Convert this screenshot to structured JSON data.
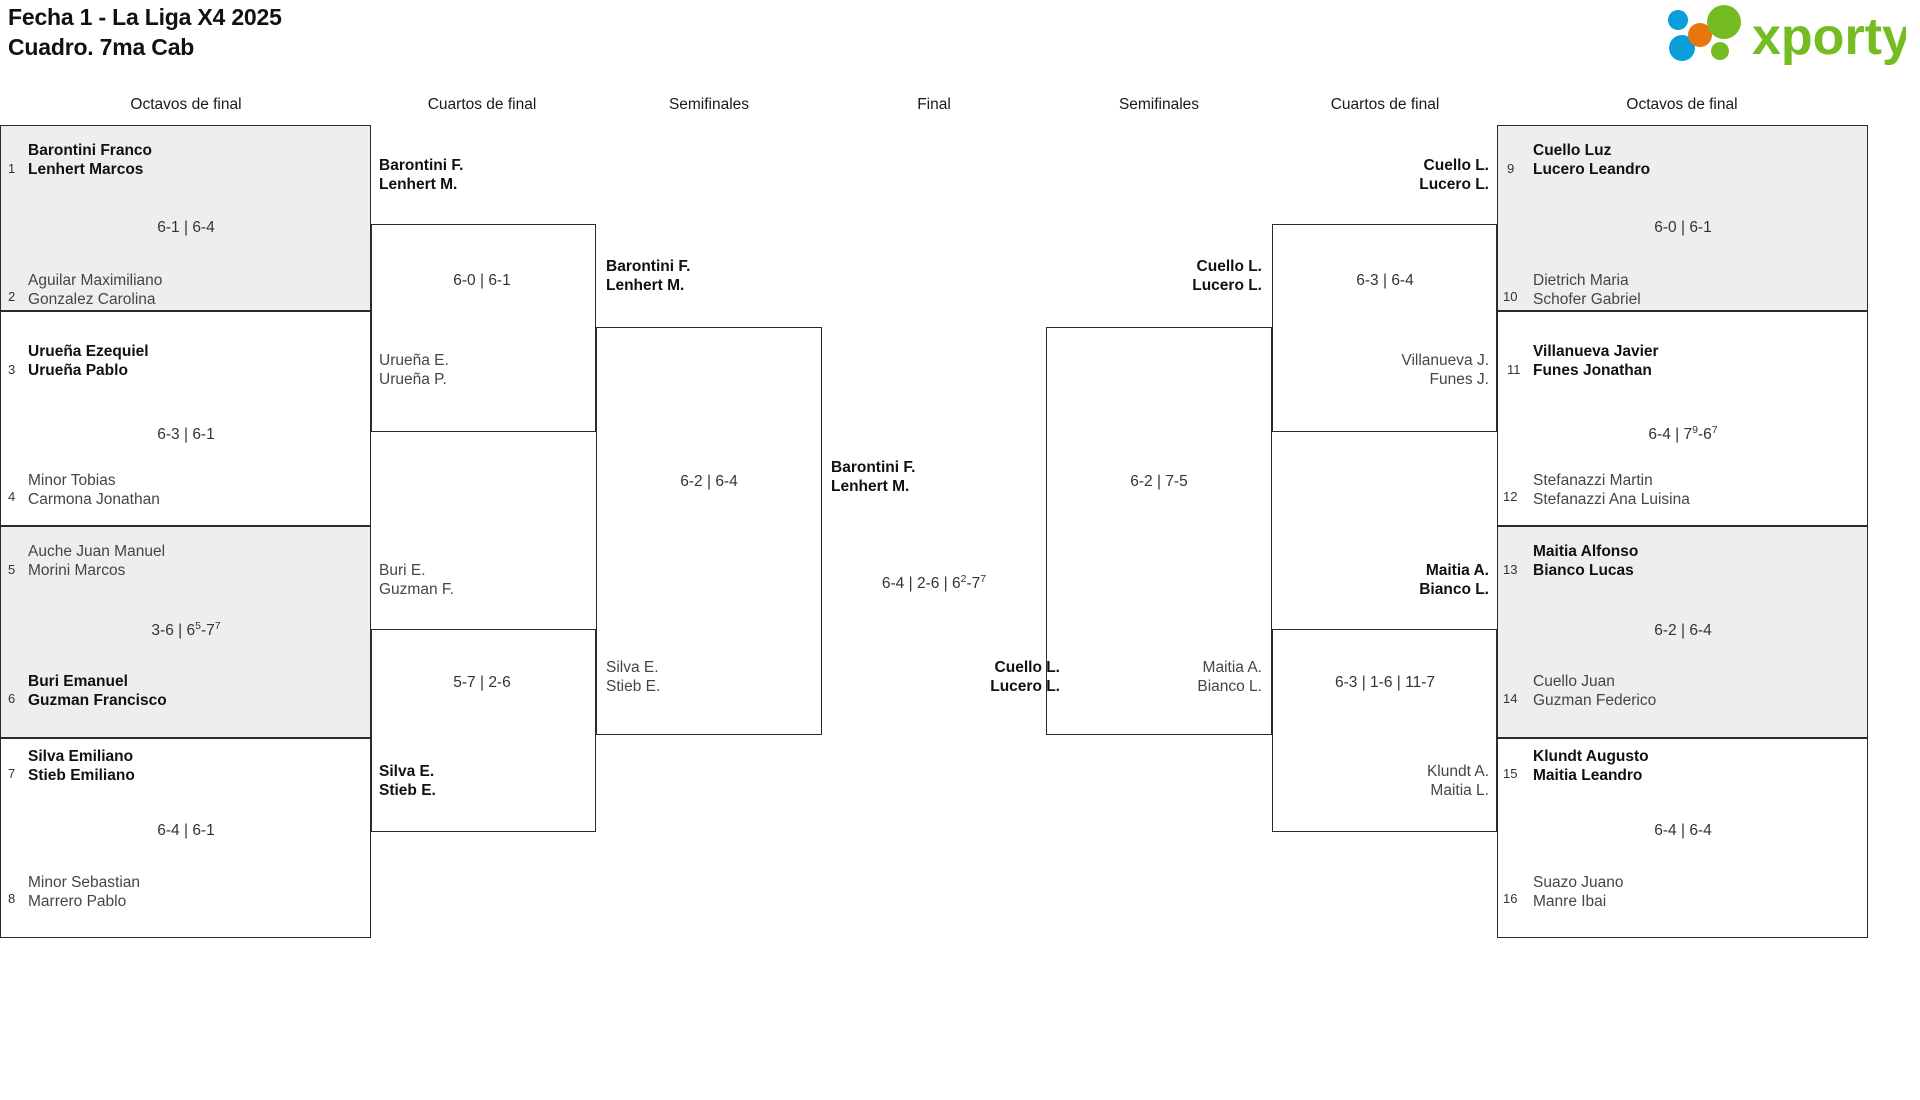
{
  "header": {
    "title_line1": "Fecha 1 - La Liga X4 2025",
    "title_line2": "Cuadro. 7ma Cab",
    "logo_text": "xporty",
    "logo_colors": {
      "green": "#74bc21",
      "blue": "#0a9fdb",
      "orange": "#e8760c"
    }
  },
  "round_headers": {
    "left_r16": "Octavos de final",
    "left_qf": "Cuartos de final",
    "left_sf": "Semifinales",
    "final": "Final",
    "right_sf": "Semifinales",
    "right_qf": "Cuartos de final",
    "right_r16": "Octavos de final"
  },
  "left": {
    "r16": [
      {
        "seed_top": "1",
        "top_l1": "Barontini Franco",
        "top_l2": "Lenhert Marcos",
        "top_winner": true,
        "score": "6-1 | 6-4",
        "seed_bottom": "2",
        "bottom_l1": "Aguilar Maximiliano",
        "bottom_l2": "Gonzalez Carolina",
        "bottom_winner": false
      },
      {
        "seed_top": "3",
        "top_l1": "Urueña Ezequiel",
        "top_l2": "Urueña Pablo",
        "top_winner": true,
        "score": "6-3 | 6-1",
        "seed_bottom": "4",
        "bottom_l1": "Minor Tobias",
        "bottom_l2": "Carmona Jonathan",
        "bottom_winner": false
      },
      {
        "seed_top": "5",
        "top_l1": "Auche Juan Manuel",
        "top_l2": "Morini Marcos",
        "top_winner": false,
        "score_html": "3-6 | 6<sup>5</sup>-7<sup>7</sup>",
        "seed_bottom": "6",
        "bottom_l1": "Buri Emanuel",
        "bottom_l2": "Guzman Francisco",
        "bottom_winner": true
      },
      {
        "seed_top": "7",
        "top_l1": "Silva Emiliano",
        "top_l2": "Stieb Emiliano",
        "top_winner": true,
        "score": "6-4 | 6-1",
        "seed_bottom": "8",
        "bottom_l1": "Minor Sebastian",
        "bottom_l2": "Marrero Pablo",
        "bottom_winner": false
      }
    ],
    "qf": [
      {
        "top_l1": "Barontini F.",
        "top_l2": "Lenhert M.",
        "top_winner": true,
        "score": "6-0 | 6-1",
        "bottom_l1": "Urueña E.",
        "bottom_l2": "Urueña P.",
        "bottom_winner": false
      },
      {
        "top_l1": "Buri E.",
        "top_l2": "Guzman F.",
        "top_winner": false,
        "score": "5-7 | 2-6",
        "bottom_l1": "Silva E.",
        "bottom_l2": "Stieb E.",
        "bottom_winner": true
      }
    ],
    "sf": [
      {
        "top_l1": "Barontini F.",
        "top_l2": "Lenhert M.",
        "top_winner": true,
        "score": "6-2 | 6-4",
        "bottom_l1": "Silva E.",
        "bottom_l2": "Stieb E.",
        "bottom_winner": false
      }
    ]
  },
  "final": {
    "top_l1": "Barontini F.",
    "top_l2": "Lenhert M.",
    "top_winner": true,
    "score_html": "6-4 | 2-6 | 6<sup>2</sup>-7<sup>7</sup>",
    "bottom_l1": "Cuello L.",
    "bottom_l2": "Lucero L.",
    "bottom_winner": true
  },
  "right": {
    "sf": [
      {
        "top_l1": "Cuello L.",
        "top_l2": "Lucero L.",
        "top_winner": true,
        "score": "6-2 | 7-5",
        "bottom_l1": "Maitia A.",
        "bottom_l2": "Bianco L.",
        "bottom_winner": false
      }
    ],
    "qf": [
      {
        "top_l1": "Cuello L.",
        "top_l2": "Lucero L.",
        "top_winner": true,
        "score": "6-3 | 6-4",
        "bottom_l1": "Villanueva J.",
        "bottom_l2": "Funes J.",
        "bottom_winner": false
      },
      {
        "top_l1": "Maitia A.",
        "top_l2": "Bianco L.",
        "top_winner": true,
        "score": "6-3 | 1-6 | 11-7",
        "bottom_l1": "Klundt A.",
        "bottom_l2": "Maitia L.",
        "bottom_winner": false
      }
    ],
    "r16": [
      {
        "seed_top": "9",
        "top_l1": "Cuello Luz",
        "top_l2": "Lucero Leandro",
        "top_winner": true,
        "score": "6-0 | 6-1",
        "seed_bottom": "10",
        "bottom_l1": "Dietrich Maria",
        "bottom_l2": "Schofer Gabriel",
        "bottom_winner": false
      },
      {
        "seed_top": "11",
        "top_l1": "Villanueva Javier",
        "top_l2": "Funes Jonathan",
        "top_winner": true,
        "score_html": "6-4 | 7<sup>9</sup>-6<sup>7</sup>",
        "seed_bottom": "12",
        "bottom_l1": "Stefanazzi Martin",
        "bottom_l2": "Stefanazzi Ana Luisina",
        "bottom_winner": false
      },
      {
        "seed_top": "13",
        "top_l1": "Maitia Alfonso",
        "top_l2": "Bianco Lucas",
        "top_winner": true,
        "score": "6-2 | 6-4",
        "seed_bottom": "14",
        "bottom_l1": "Cuello Juan",
        "bottom_l2": "Guzman Federico",
        "bottom_winner": false
      },
      {
        "seed_top": "15",
        "top_l1": "Klundt Augusto",
        "top_l2": "Maitia Leandro",
        "top_winner": true,
        "score": "6-4 | 6-4",
        "seed_bottom": "16",
        "bottom_l1": "Suazo Juano",
        "bottom_l2": "Manre Ibai",
        "bottom_winner": false
      }
    ]
  }
}
